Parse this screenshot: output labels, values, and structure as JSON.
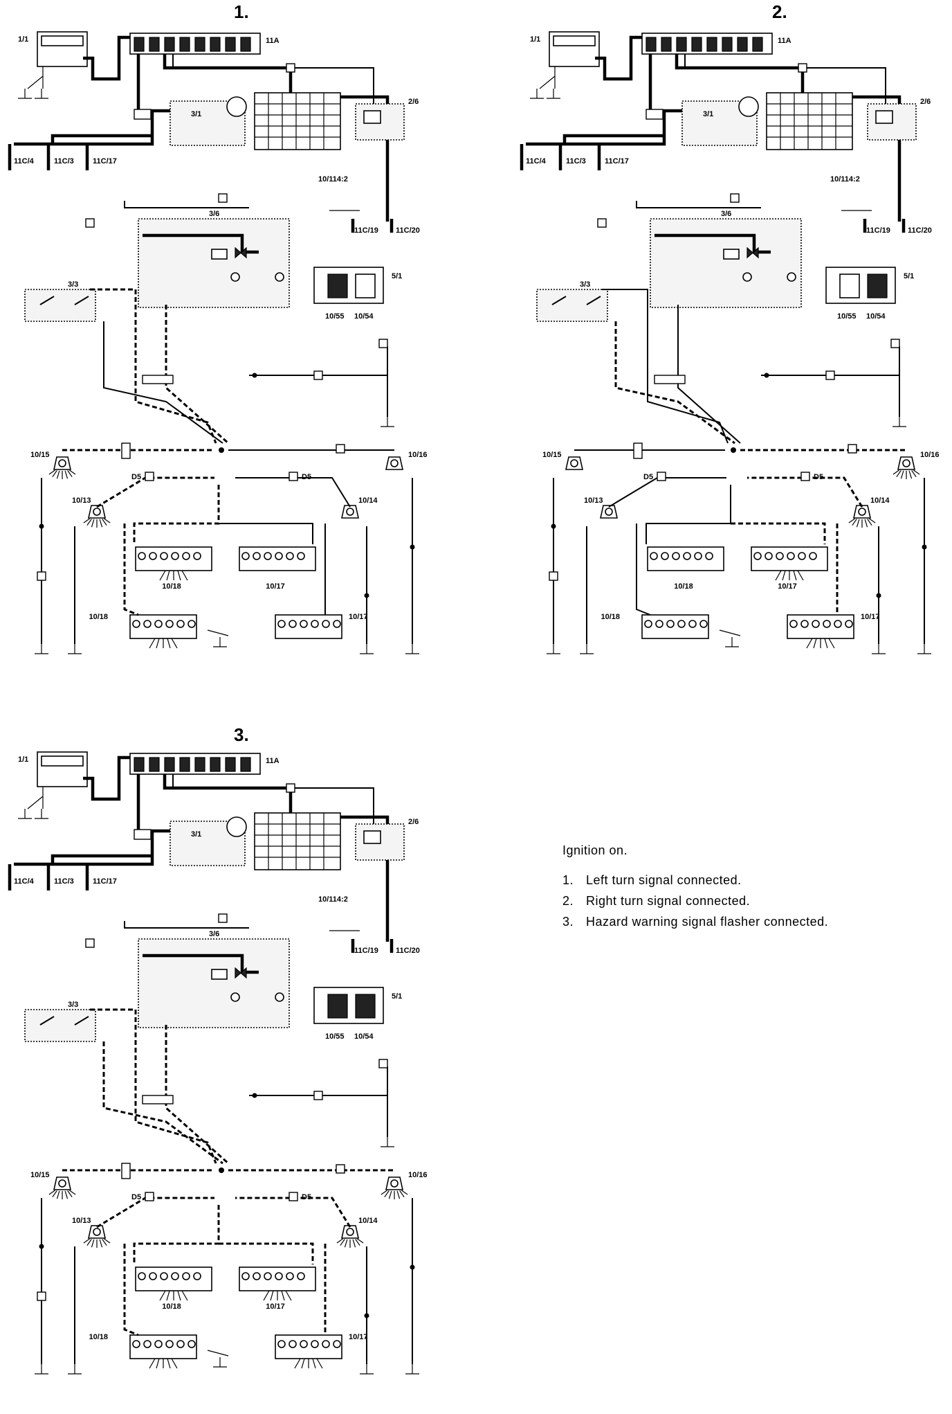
{
  "panels": [
    {
      "number": "1.",
      "mode": "left"
    },
    {
      "number": "2.",
      "mode": "right"
    },
    {
      "number": "3.",
      "mode": "hazard"
    }
  ],
  "labels": {
    "battery": "1/1",
    "fusebox": "11A",
    "ignition_switch": "3/1",
    "flasher_relay": "2/6",
    "hazard_switch": "3/6",
    "turn_switch": "3/3",
    "instrument": "5/1",
    "connector_a": "11C/4",
    "connector_b": "11C/3",
    "connector_c": "11C/17",
    "connector_d": "11C/19",
    "connector_e": "11C/20",
    "ground_point": "10/114:2",
    "lamp_front_left": "10/15",
    "lamp_front_right": "10/16",
    "lamp_side_left": "10/13",
    "lamp_side_right": "10/14",
    "rear_left": "10/18",
    "rear_right": "10/17",
    "ind_left": "10/55",
    "ind_right": "10/54",
    "d5": "D5"
  },
  "notes": {
    "heading": "Ignition on.",
    "items": [
      {
        "num": "1.",
        "text": "Left turn signal connected."
      },
      {
        "num": "2.",
        "text": "Right turn signal connected."
      },
      {
        "num": "3.",
        "text": "Hazard warning signal flasher connected."
      }
    ]
  }
}
